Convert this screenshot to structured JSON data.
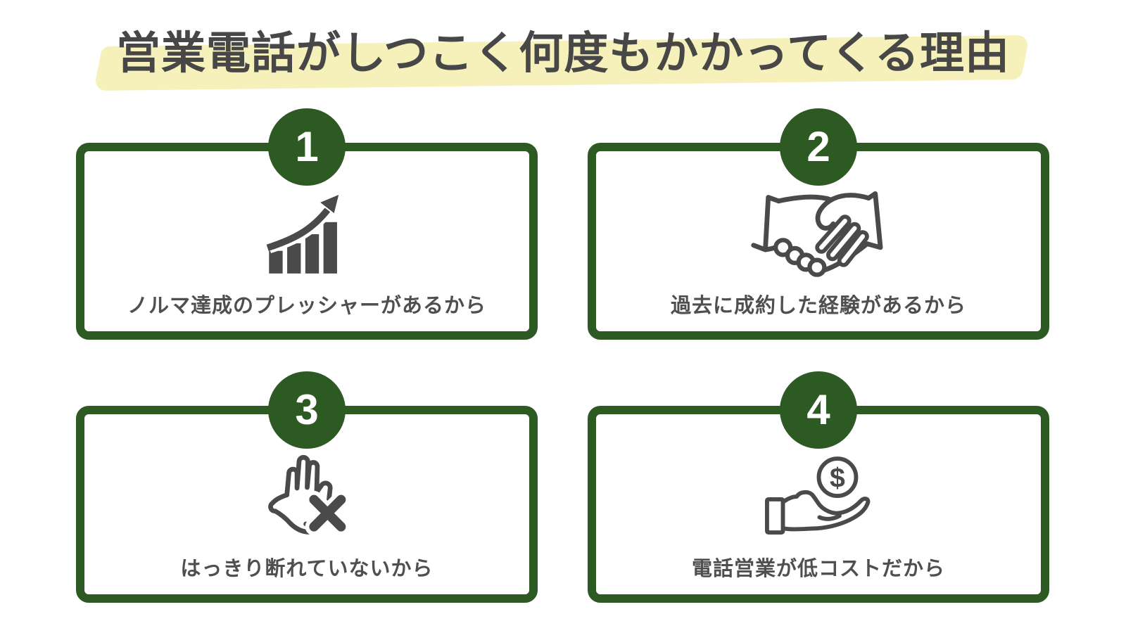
{
  "page": {
    "title": "営業電話がしつこく何度もかかってくる理由"
  },
  "theme": {
    "accent_green": "#2d5a23",
    "highlight_yellow": "#f6f1ba",
    "title_gray": "#474747",
    "icon_gray": "#4a4a4a",
    "caption_gray": "#4f4f4f",
    "background": "#ffffff"
  },
  "icons": {
    "dollar_sign": "$"
  },
  "reasons": [
    {
      "number": "1",
      "icon": "growth-chart-icon",
      "label": "ノルマ達成のプレッシャーがあるから"
    },
    {
      "number": "2",
      "icon": "handshake-icon",
      "label": "過去に成約した経験があるから"
    },
    {
      "number": "3",
      "icon": "hand-stop-x-icon",
      "label": "はっきり断れていないから"
    },
    {
      "number": "4",
      "icon": "coin-in-hand-icon",
      "label": "電話営業が低コストだから"
    }
  ]
}
